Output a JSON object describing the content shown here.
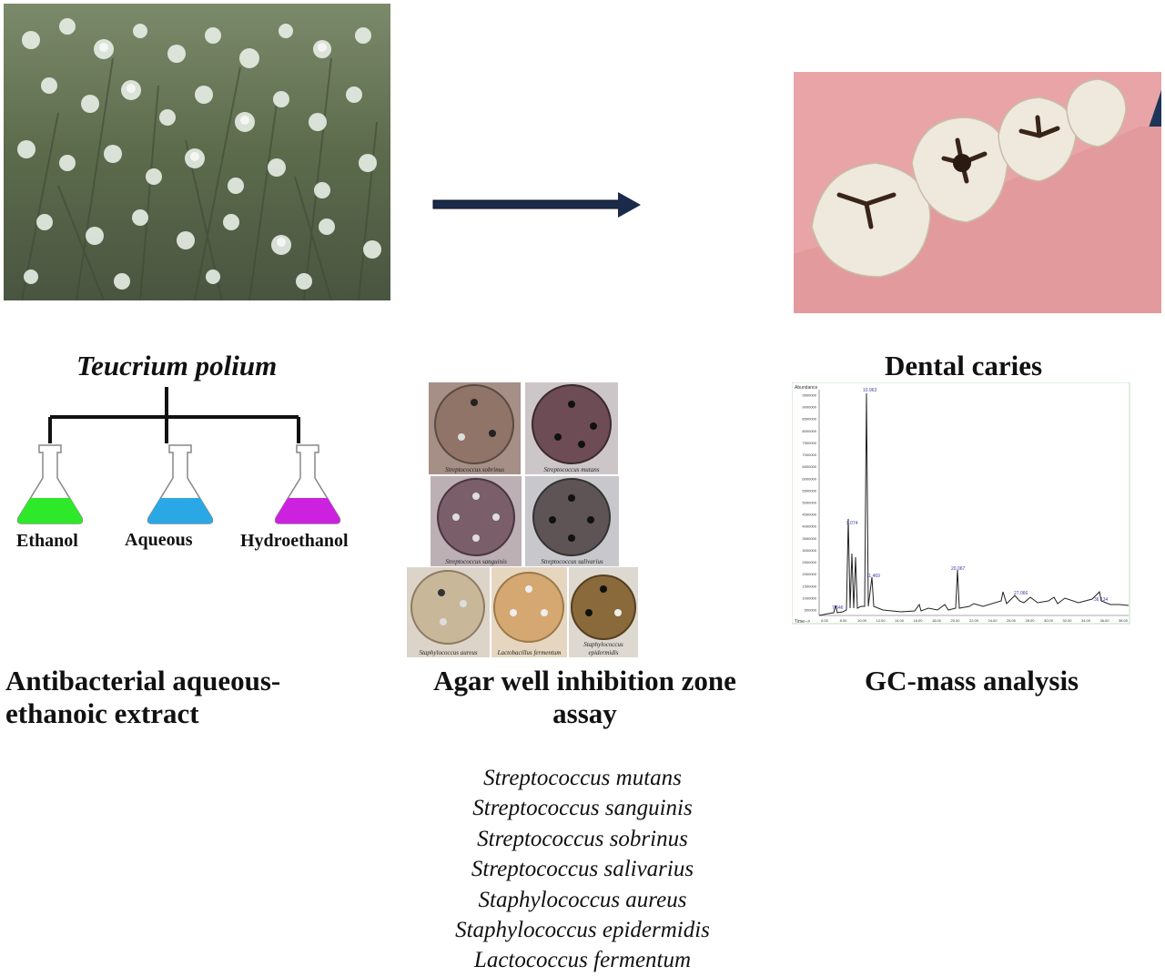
{
  "titles": {
    "plant": "Teucrium polium",
    "caries": "Dental caries"
  },
  "extract": {
    "line1": "Antibacterial aqueous-",
    "line2": "ethanoic extract",
    "flasks": [
      {
        "label": "Ethanol",
        "color": "#2ee82a"
      },
      {
        "label": "Aqueous",
        "color": "#2aa8e6"
      },
      {
        "label": "Hydroethanol",
        "color": "#cc22e0"
      }
    ]
  },
  "assay": {
    "line1": "Agar well inhibition zone",
    "line2": "assay",
    "plates": [
      "Streptococcus sobrinus",
      "Streptococcus mutans",
      "Streptococcus sanguinis",
      "Streptococcus salivarius",
      "Staphylococcus aureus",
      "Lactobacillus fermentum",
      "Staphylococcus epidermidis"
    ]
  },
  "gc": {
    "title": "GC-mass analysis",
    "y_axis_label": "Abundance",
    "x_axis_label": "Time-->",
    "y_ticks": [
      "9500000",
      "9000000",
      "8500000",
      "8000000",
      "7500000",
      "7000000",
      "6500000",
      "6000000",
      "5500000",
      "5000000",
      "4500000",
      "4000000",
      "3500000",
      "3000000",
      "2500000",
      "2000000",
      "1500000",
      "1000000",
      "500000"
    ],
    "x_ticks": [
      "6.00",
      "8.00",
      "10.00",
      "12.00",
      "14.00",
      "16.00",
      "18.00",
      "20.00",
      "22.00",
      "24.00",
      "26.00",
      "28.00",
      "30.00",
      "32.00",
      "34.00",
      "36.00",
      "38.00"
    ],
    "peaks": [
      {
        "label": "10.963"
      },
      {
        "label": "9.074"
      },
      {
        "label": "20.067"
      },
      {
        "label": "11.469"
      },
      {
        "label": "7.346"
      },
      {
        "label": "27.066"
      },
      {
        "label": "36.134"
      }
    ]
  },
  "species": [
    "Streptococcus mutans",
    "Streptococcus sanguinis",
    "Streptococcus sobrinus",
    "Streptococcus salivarius",
    "Staphylococcus aureus",
    "Staphylococcus epidermidis",
    "Lactococcus fermentum"
  ]
}
